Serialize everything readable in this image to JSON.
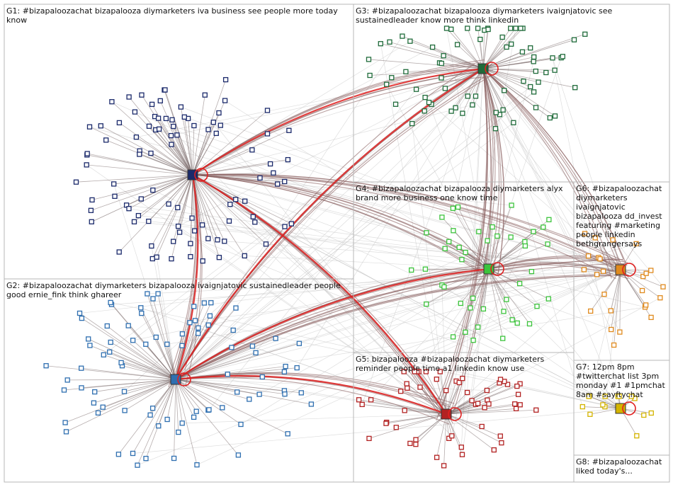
{
  "groups": [
    {
      "id": "G1",
      "label": "G1: #bizapaloozachat bizapalooza diymarketers iva business see people more today know",
      "color": "#1b2a6b"
    },
    {
      "id": "G2",
      "label": "G2: #bizapaloozachat diymarketers bizapalooza ivaignjatovic sustainedleader people good ernie_fink think ghareer",
      "color": "#2f6fb0"
    },
    {
      "id": "G3",
      "label": "G3: #bizapaloozachat bizapalooza diymarketers ivaignjatovic see sustainedleader know more think linkedin",
      "color": "#1f6b3a"
    },
    {
      "id": "G4",
      "label": "G4: #bizapaloozachat bizapalooza diymarketers alyx brand more business one know time",
      "color": "#3cc43c"
    },
    {
      "id": "G5",
      "label": "G5: bizapalooza #bizapaloozachat diymarketers reminder people time a1 linkedin know use",
      "color": "#b22222"
    },
    {
      "id": "G6",
      "label": "G6: #bizapaloozachat diymarketers ivaignjatovic bizapalooza dd_invest featuring #marketing people linkedin bethgrangersays",
      "color": "#e08a1e"
    },
    {
      "id": "G7",
      "label": "G7: 12pm 8pm #twitterchat list 3pm monday #1 #1pmchat 8am #sayftychat",
      "color": "#d4b400"
    },
    {
      "id": "G8",
      "label": "G8: #bizapaloozachat liked today's...",
      "color": "#777777"
    }
  ],
  "colors": {
    "edge": "#7a6a6a",
    "edge_light": "#c8c8c8",
    "edge_red": "#e02020",
    "box": "#b7b7b7"
  }
}
